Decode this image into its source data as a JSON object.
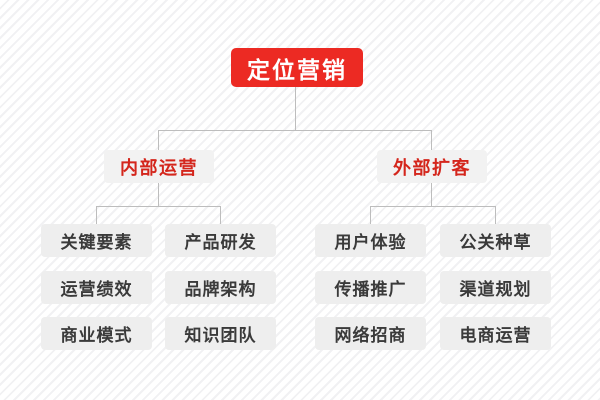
{
  "diagram": {
    "type": "org-tree",
    "background": "#ffffff",
    "stripe_color": "#f1f1f3",
    "accent_color": "#ec2a23",
    "branch_text_color": "#d4261c",
    "leaf_bg_color": "#eeeeee",
    "leaf_text_color": "#3a3a3a",
    "connector_color": "#bdbdbd",
    "root": {
      "label": "定位营销"
    },
    "branches": [
      {
        "label": "内部运营",
        "leaves": [
          {
            "label": "关键要素"
          },
          {
            "label": "产品研发"
          },
          {
            "label": "运营绩效"
          },
          {
            "label": "品牌架构"
          },
          {
            "label": "商业模式"
          },
          {
            "label": "知识团队"
          }
        ]
      },
      {
        "label": "外部扩客",
        "leaves": [
          {
            "label": "用户体验"
          },
          {
            "label": "公关种草"
          },
          {
            "label": "传播推广"
          },
          {
            "label": "渠道规划"
          },
          {
            "label": "网络招商"
          },
          {
            "label": "电商运营"
          }
        ]
      }
    ]
  }
}
